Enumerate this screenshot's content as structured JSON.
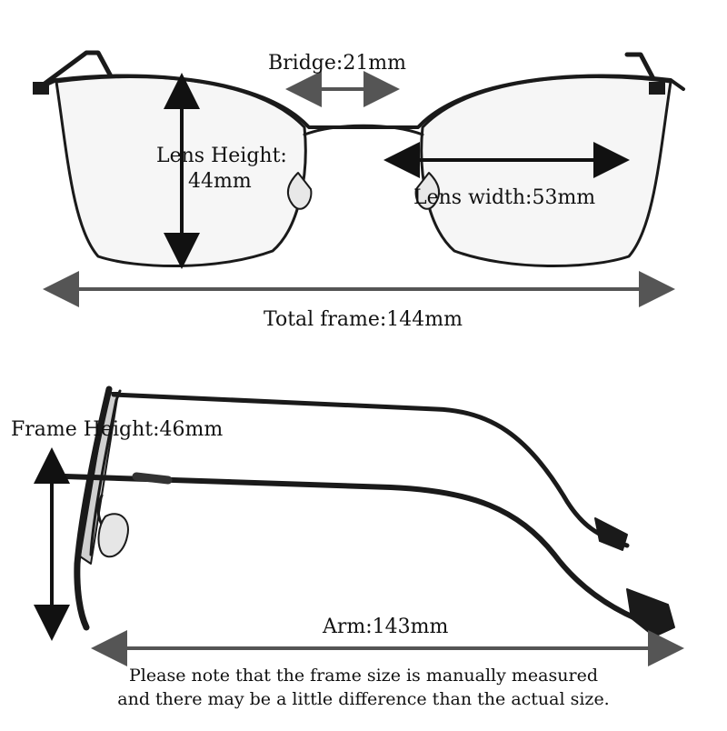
{
  "labels": {
    "bridge": "Bridge:21mm",
    "lens_height_1": "Lens Height:",
    "lens_height_2": "44mm",
    "lens_width": "Lens width:53mm",
    "total_frame": "Total frame:144mm",
    "frame_height": "Frame Height:46mm",
    "arm": "Arm:143mm"
  },
  "note": {
    "line1": "Please note that  the frame size is manually measured",
    "line2": "and there may be a little difference than the actual size."
  },
  "colors": {
    "frame": "#1a1a1a",
    "arrow": "#555555",
    "lens": "#f4f4f4"
  }
}
